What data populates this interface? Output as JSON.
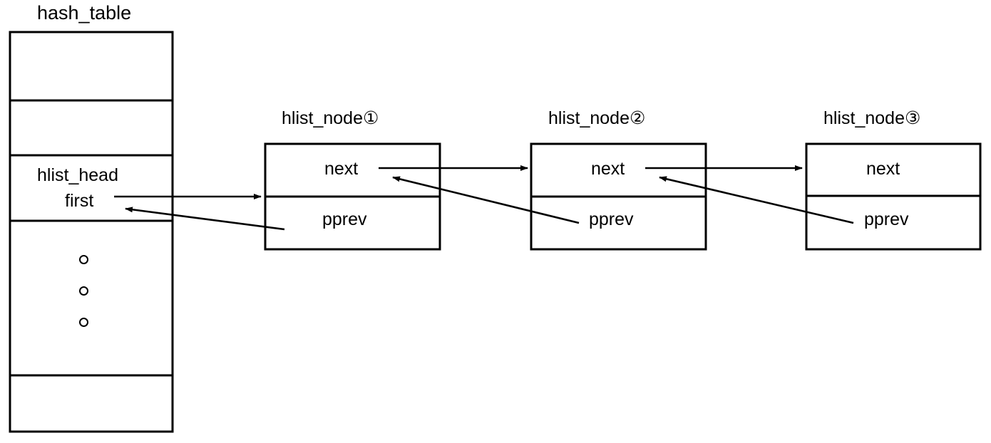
{
  "diagram": {
    "title": "hash_table",
    "line_color": "#000000",
    "background_color": "#ffffff"
  },
  "hash_table": {
    "label": "hash_table",
    "cells": [
      {
        "name": "cell-empty-1",
        "text": ""
      },
      {
        "name": "cell-empty-2",
        "text": ""
      },
      {
        "name": "cell-hlist-head",
        "struct_label": "hlist_head",
        "field_label": "first"
      },
      {
        "name": "cell-ellipsis",
        "ellipsis": "ooo"
      },
      {
        "name": "cell-empty-3",
        "text": ""
      }
    ]
  },
  "nodes": [
    {
      "title": "hlist_node①",
      "next_label": "next",
      "pprev_label": "pprev"
    },
    {
      "title": "hlist_node②",
      "next_label": "next",
      "pprev_label": "pprev"
    },
    {
      "title": "hlist_node③",
      "next_label": "next",
      "pprev_label": "pprev"
    }
  ],
  "connections": [
    {
      "name": "first-to-node1-next",
      "from": "hash_table.first",
      "to": "hlist_node1"
    },
    {
      "name": "node1-pprev-to-first",
      "from": "hlist_node1.pprev",
      "to": "hash_table.first"
    },
    {
      "name": "node1-next-to-node2",
      "from": "hlist_node1.next",
      "to": "hlist_node2"
    },
    {
      "name": "node2-pprev-to-node1-next",
      "from": "hlist_node2.pprev",
      "to": "hlist_node1.next"
    },
    {
      "name": "node2-next-to-node3",
      "from": "hlist_node2.next",
      "to": "hlist_node3"
    },
    {
      "name": "node3-pprev-to-node2-next",
      "from": "hlist_node3.pprev",
      "to": "hlist_node2.next"
    }
  ]
}
